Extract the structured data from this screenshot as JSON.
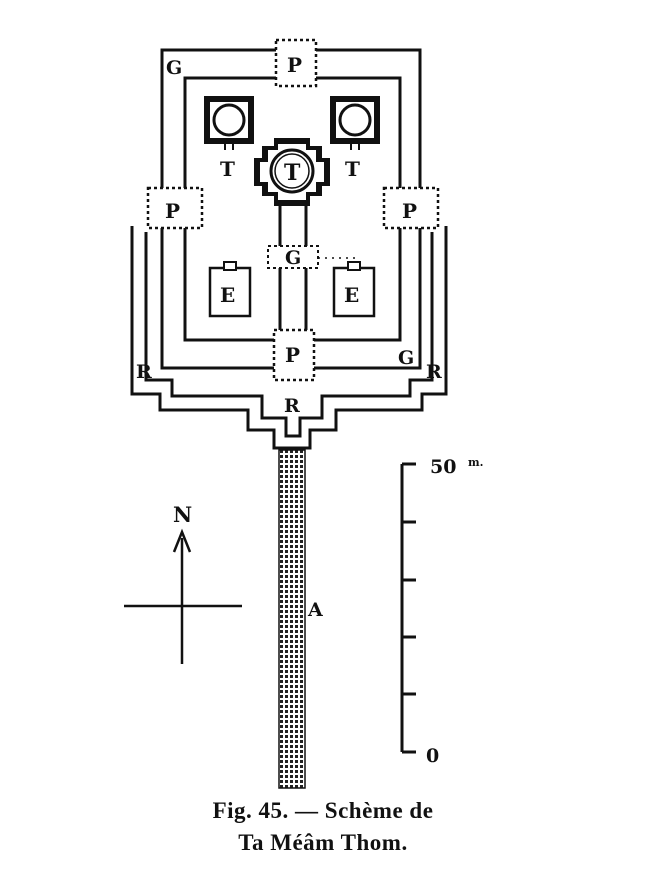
{
  "labels": {
    "gallery": "G",
    "pavilion": "P",
    "tower": "T",
    "library": "E",
    "rampart": "R",
    "causeway": "A",
    "north": "N"
  },
  "scale": {
    "top_label": "50",
    "unit": "m.",
    "bottom_label": "0"
  },
  "caption": {
    "line1": "Fig. 45. — Schème de",
    "line2": "Ta Méâm Thom."
  }
}
